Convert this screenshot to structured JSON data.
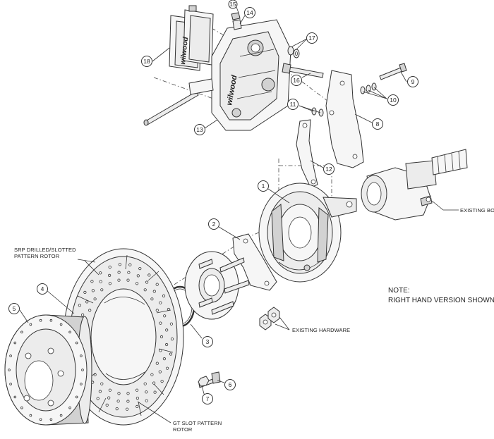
{
  "callouts": {
    "c1": "1",
    "c2": "2",
    "c3": "3",
    "c4": "4",
    "c5": "5",
    "c6": "6",
    "c7": "7",
    "c8": "8",
    "c9": "9",
    "c10": "10",
    "c11": "11",
    "c12": "12",
    "c13": "13",
    "c14": "14",
    "c15": "15",
    "c16": "16",
    "c17": "17",
    "c18": "18"
  },
  "labels": {
    "existing_bolt": "EXISTING BOLT",
    "existing_hardware": "EXISTING HARDWARE",
    "srp_rotor_line1": "SRP DRILLED/SLOTTED",
    "srp_rotor_line2": "PATTERN ROTOR",
    "gt_rotor_line1": "GT SLOT PATTERN",
    "gt_rotor_line2": "ROTOR"
  },
  "note": {
    "heading": "NOTE:",
    "text": "RIGHT HAND VERSION SHOWN"
  },
  "branding": "wilwood"
}
